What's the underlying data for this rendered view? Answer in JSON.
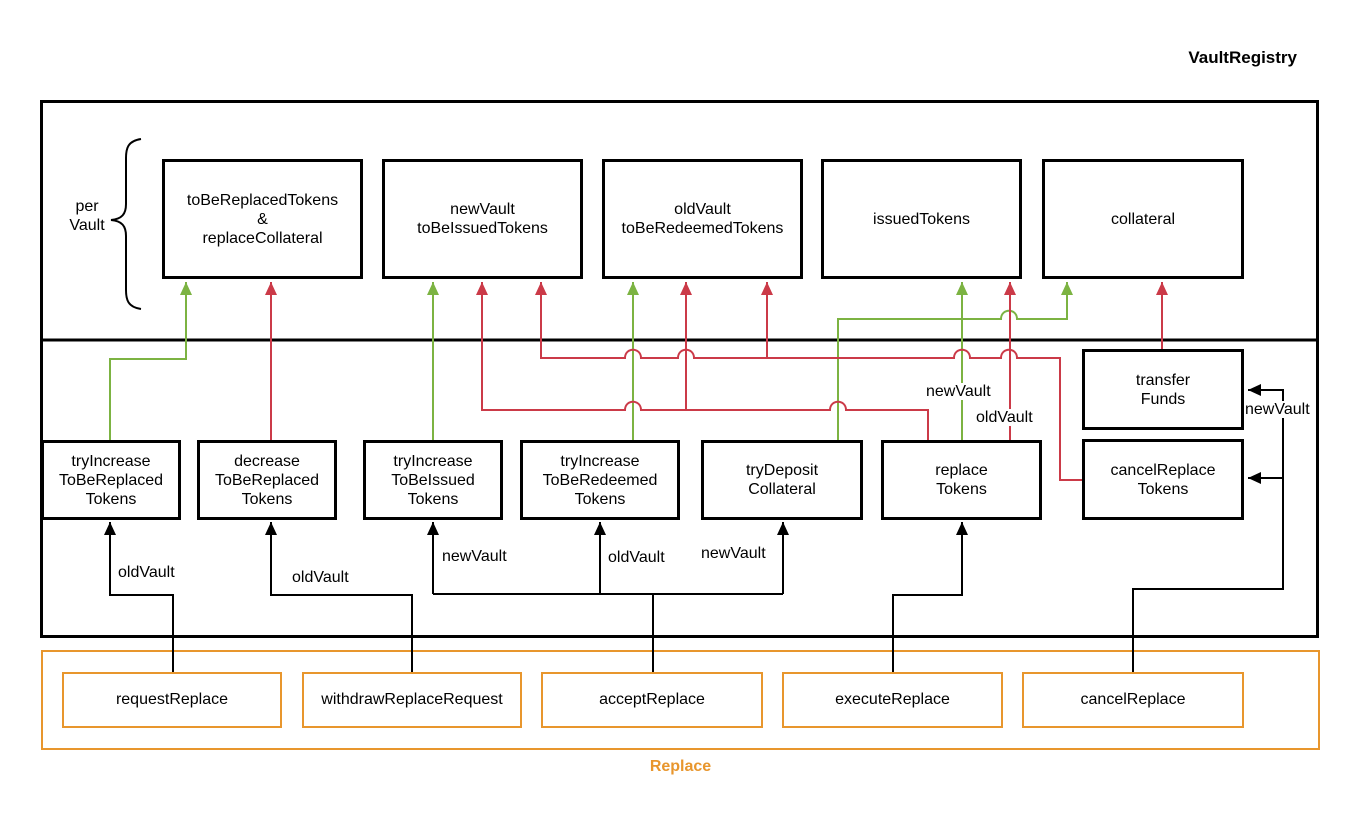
{
  "title": "VaultRegistry",
  "colors": {
    "green": "#7CB342",
    "red": "#CB3A48",
    "orange": "#E8962D",
    "line_black": "#000000"
  },
  "per_vault": {
    "label": "per\nVault"
  },
  "storage_boxes": [
    {
      "id": "toBeReplacedTokens",
      "label": "toBeReplacedTokens\n&\nreplaceCollateral"
    },
    {
      "id": "toBeIssuedTokens",
      "label": "newVault\ntoBeIssuedTokens"
    },
    {
      "id": "toBeRedeemedTokens",
      "label": "oldVault\ntoBeRedeemedTokens"
    },
    {
      "id": "issuedTokens",
      "label": "issuedTokens"
    },
    {
      "id": "collateral",
      "label": "collateral"
    }
  ],
  "method_boxes": [
    {
      "id": "tryIncreaseToBeReplacedTokens",
      "label": "tryIncrease\nToBeReplaced\nTokens"
    },
    {
      "id": "decreaseToBeReplacedTokens",
      "label": "decrease\nToBeReplaced\nTokens"
    },
    {
      "id": "tryIncreaseToBeIssuedTokens",
      "label": "tryIncrease\nToBeIssued\nTokens"
    },
    {
      "id": "tryIncreaseToBeRedeemedTokens",
      "label": "tryIncrease\nToBeRedeemed\nTokens"
    },
    {
      "id": "tryDepositCollateral",
      "label": "tryDeposit\nCollateral"
    },
    {
      "id": "replaceTokens",
      "label": "replace\nTokens"
    },
    {
      "id": "transferFunds",
      "label": "transfer\nFunds"
    },
    {
      "id": "cancelReplaceTokens",
      "label": "cancelReplace\nTokens"
    }
  ],
  "entry_group": {
    "label": "Replace",
    "boxes": [
      {
        "label": "requestReplace"
      },
      {
        "label": "withdrawReplaceRequest"
      },
      {
        "label": "acceptReplace"
      },
      {
        "label": "executeReplace"
      },
      {
        "label": "cancelReplace"
      }
    ]
  },
  "edge_labels": [
    {
      "text": "oldVault"
    },
    {
      "text": "oldVault"
    },
    {
      "text": "newVault"
    },
    {
      "text": "oldVault"
    },
    {
      "text": "newVault"
    },
    {
      "text": "newVault"
    },
    {
      "text": "oldVault"
    },
    {
      "text": "newVault"
    }
  ]
}
